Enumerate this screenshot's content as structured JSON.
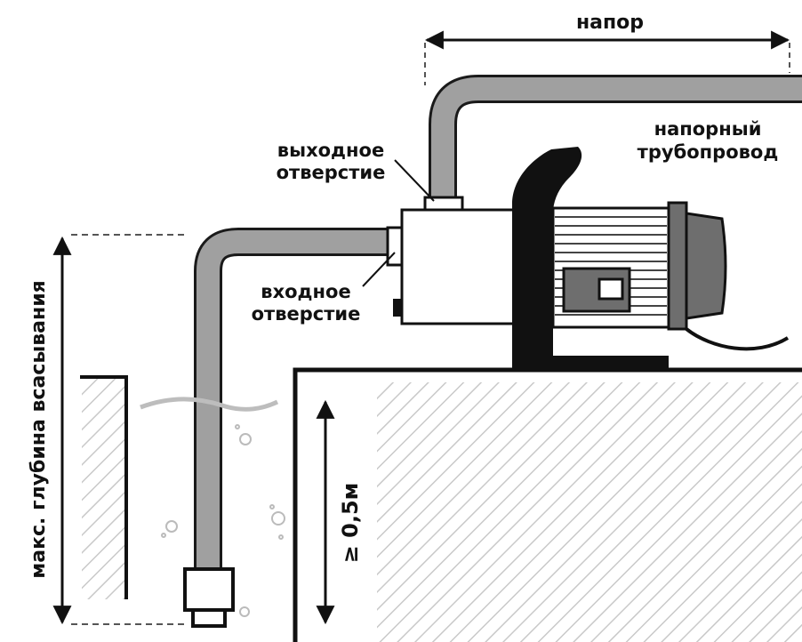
{
  "labels": {
    "head": "напор",
    "pressure_pipe_line1": "напорный",
    "pressure_pipe_line2": "трубопровод",
    "outlet_line1": "выходное",
    "outlet_line2": "отверстие",
    "inlet_line1": "входное",
    "inlet_line2": "отверстие",
    "max_suction_depth": "макс. глубина всасывания",
    "min_depth": "≥ 0,5м"
  },
  "colors": {
    "pipe": "#a0a0a0",
    "pipe_edge": "#1a1a1a",
    "motor_body": "#6e6e6e",
    "dark": "#111111",
    "hatch": "#c9c9c9",
    "water_line": "#bdbdbd"
  }
}
